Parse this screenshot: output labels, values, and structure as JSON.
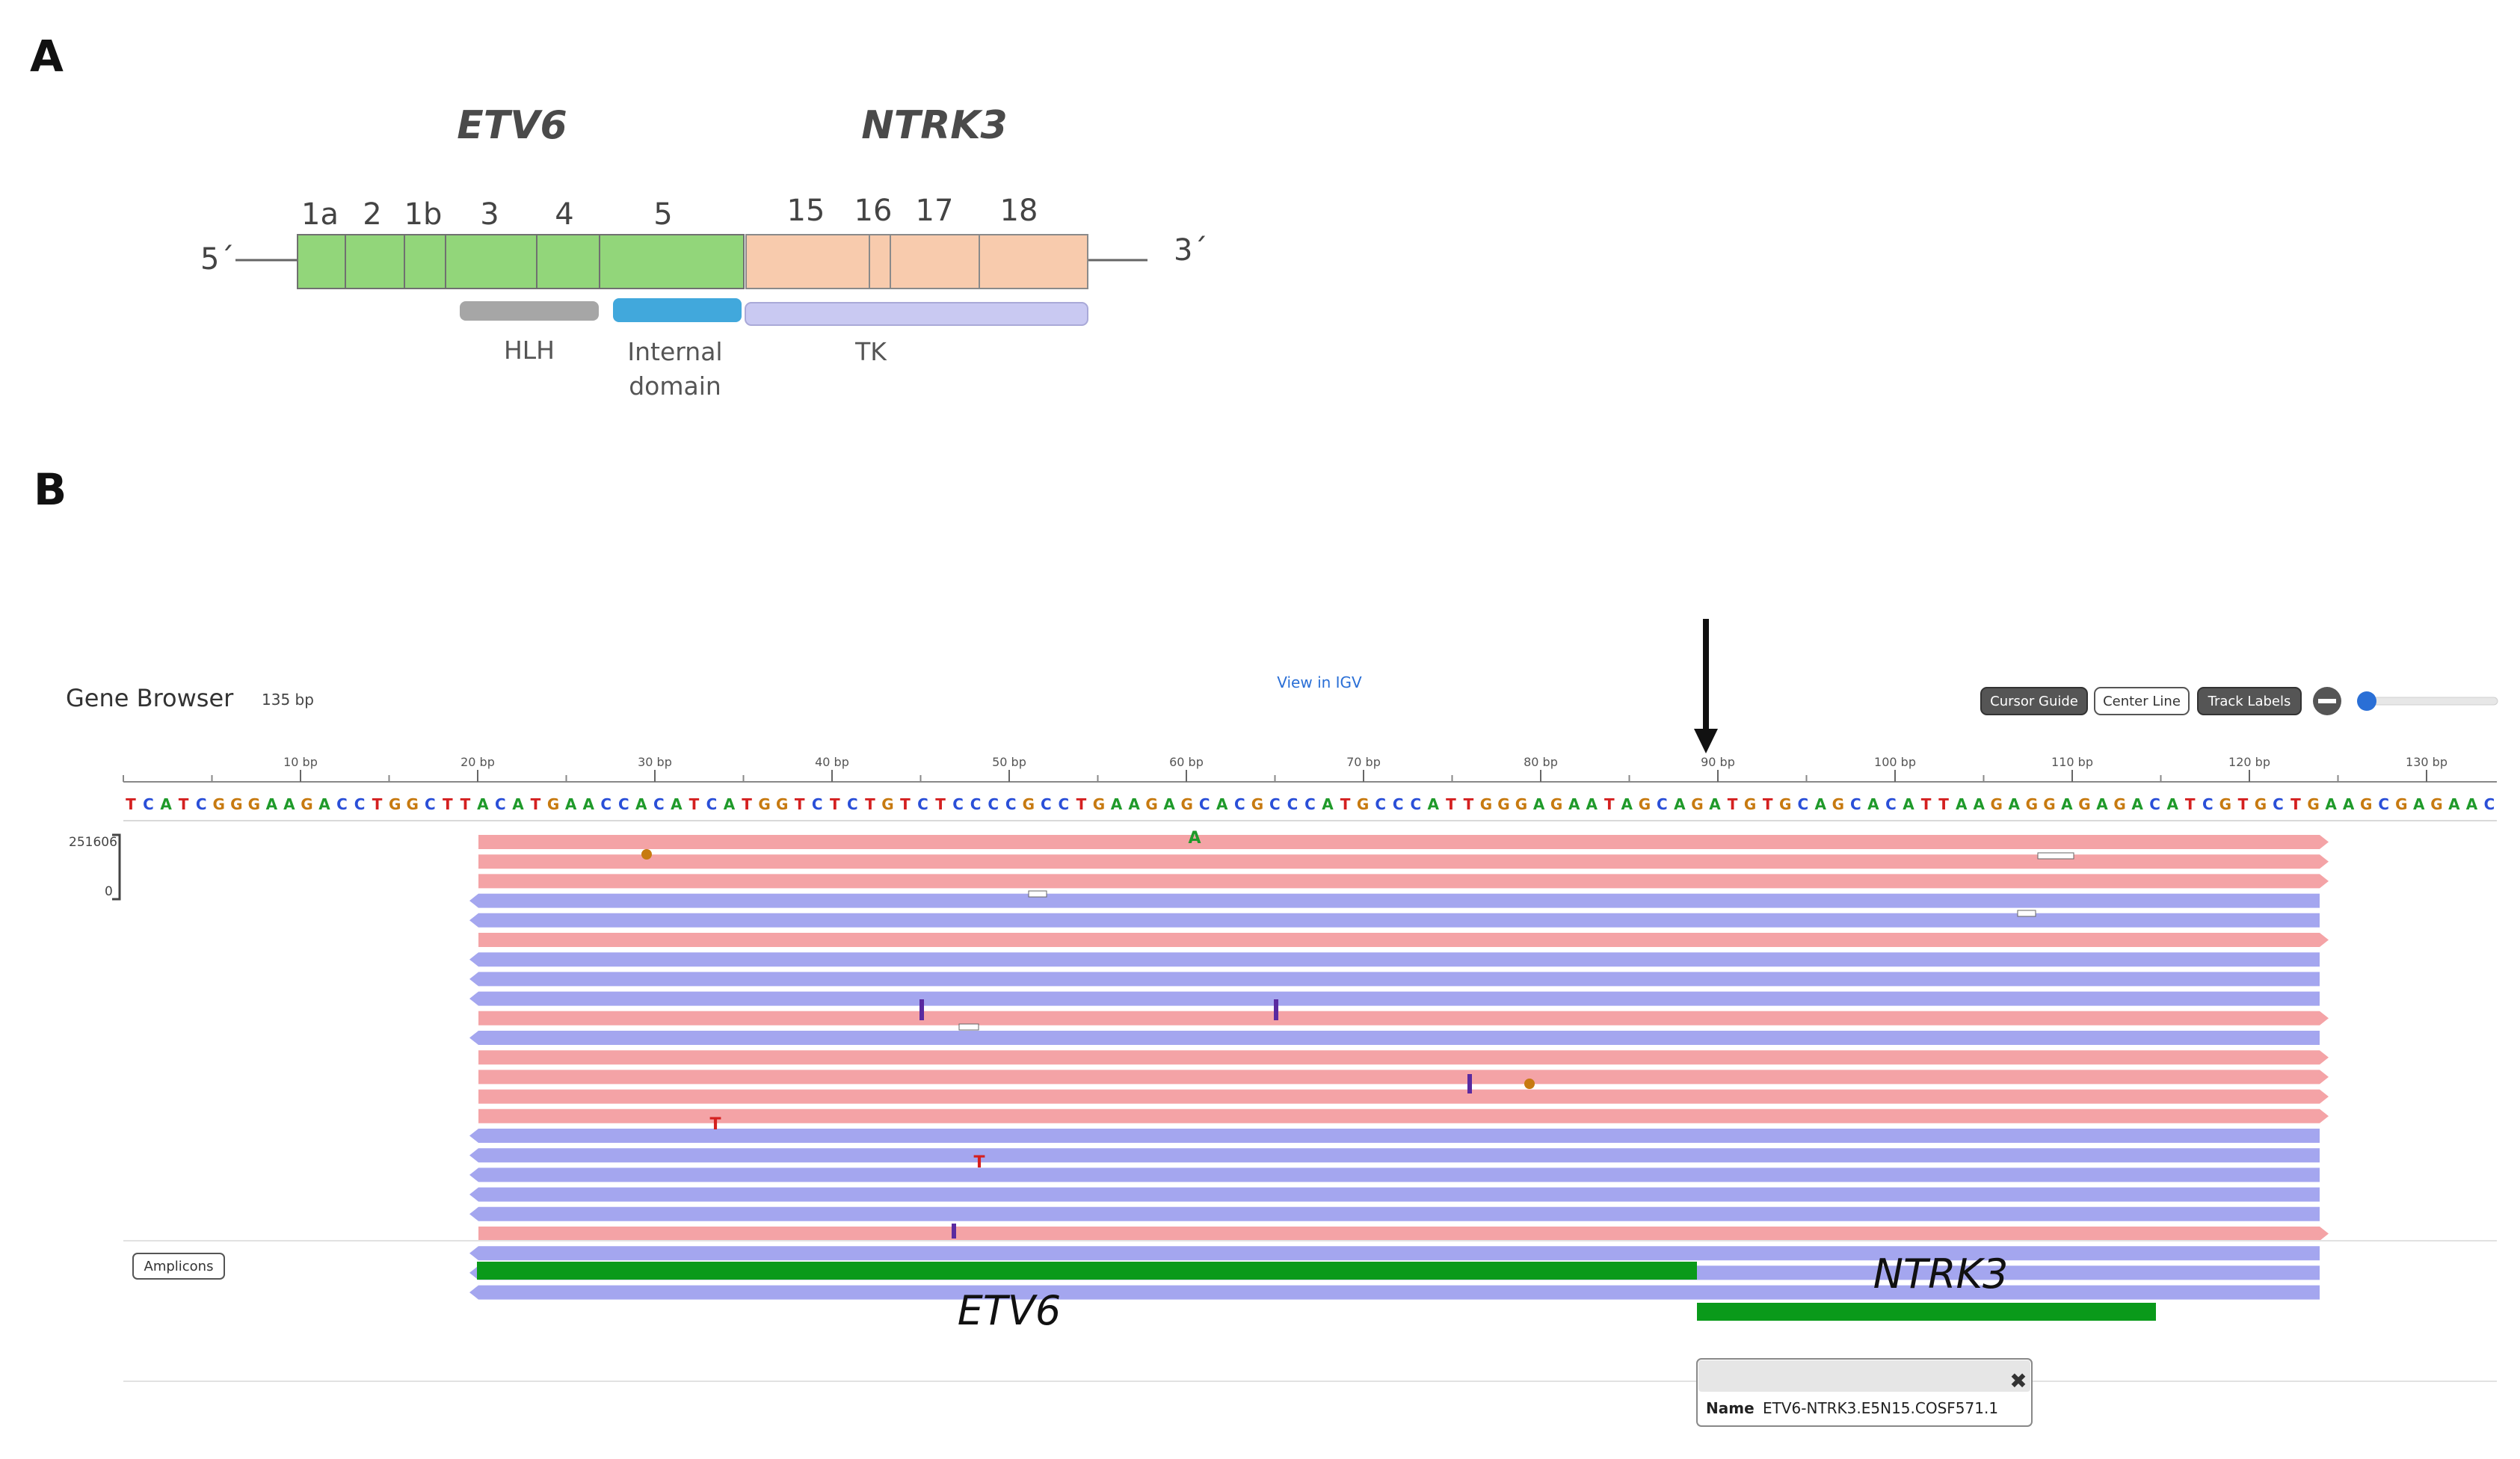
{
  "panel_a": {
    "label": "A",
    "gene_left": "ETV6",
    "gene_right": "NTRK3",
    "five_prime": "5´",
    "three_prime": "3´",
    "exons_etv6": [
      "1a",
      "2",
      "1b",
      "3",
      "4",
      "5"
    ],
    "exons_ntrk3": [
      "15",
      "16",
      "17",
      "18"
    ],
    "domain_hlh": "HLH",
    "domain_internal_1": "Internal",
    "domain_internal_2": "domain",
    "domain_tk": "TK",
    "colors": {
      "etv6": "#92d67a",
      "ntrk3": "#f8cbad",
      "hlh": "#a6a6a6",
      "internal": "#41a8dc",
      "tk": "#c9c9f2"
    }
  },
  "panel_b": {
    "label": "B",
    "title": "Gene Browser",
    "length": "135 bp",
    "view_link": "View in IGV",
    "buttons": [
      "Cursor Guide",
      "Center Line",
      "Track Labels"
    ],
    "ruler_ticks": [
      "10 bp",
      "20 bp",
      "30 bp",
      "40 bp",
      "50 bp",
      "60 bp",
      "70 bp",
      "80 bp",
      "90 bp",
      "100 bp",
      "110 bp",
      "120 bp",
      "130 bp"
    ],
    "sequence": "TCATCGGGAAGACCTGGCTTACATGAACCACATCATGGTCTCTGTCTCCCCGCCTGAAGAGCACGCCCATGCCCATTGGGAGAATAGCAGATGTGCAGCACATTAAGAGGAGAGACATCGTGCTGAAGCGAGAAC",
    "coverage_max": "251606",
    "coverage_min": "0",
    "amplicons_label": "Amplicons",
    "amplicon_left": "ETV6",
    "amplicon_right": "NTRK3",
    "popup_name_label": "Name",
    "popup_name_value": "ETV6-NTRK3.E5N15.COSF571.1",
    "popup_close": "✖",
    "mismatch_a": "A",
    "mismatch_t": "T",
    "colors": {
      "forward_read": "#f4a3a6",
      "reverse_read": "#a4a6ef",
      "amplicon": "#0a9a1a",
      "base_A": "#1f9a2a",
      "base_C": "#2a4fd8",
      "base_G": "#c77a10",
      "base_T": "#d42020"
    }
  }
}
